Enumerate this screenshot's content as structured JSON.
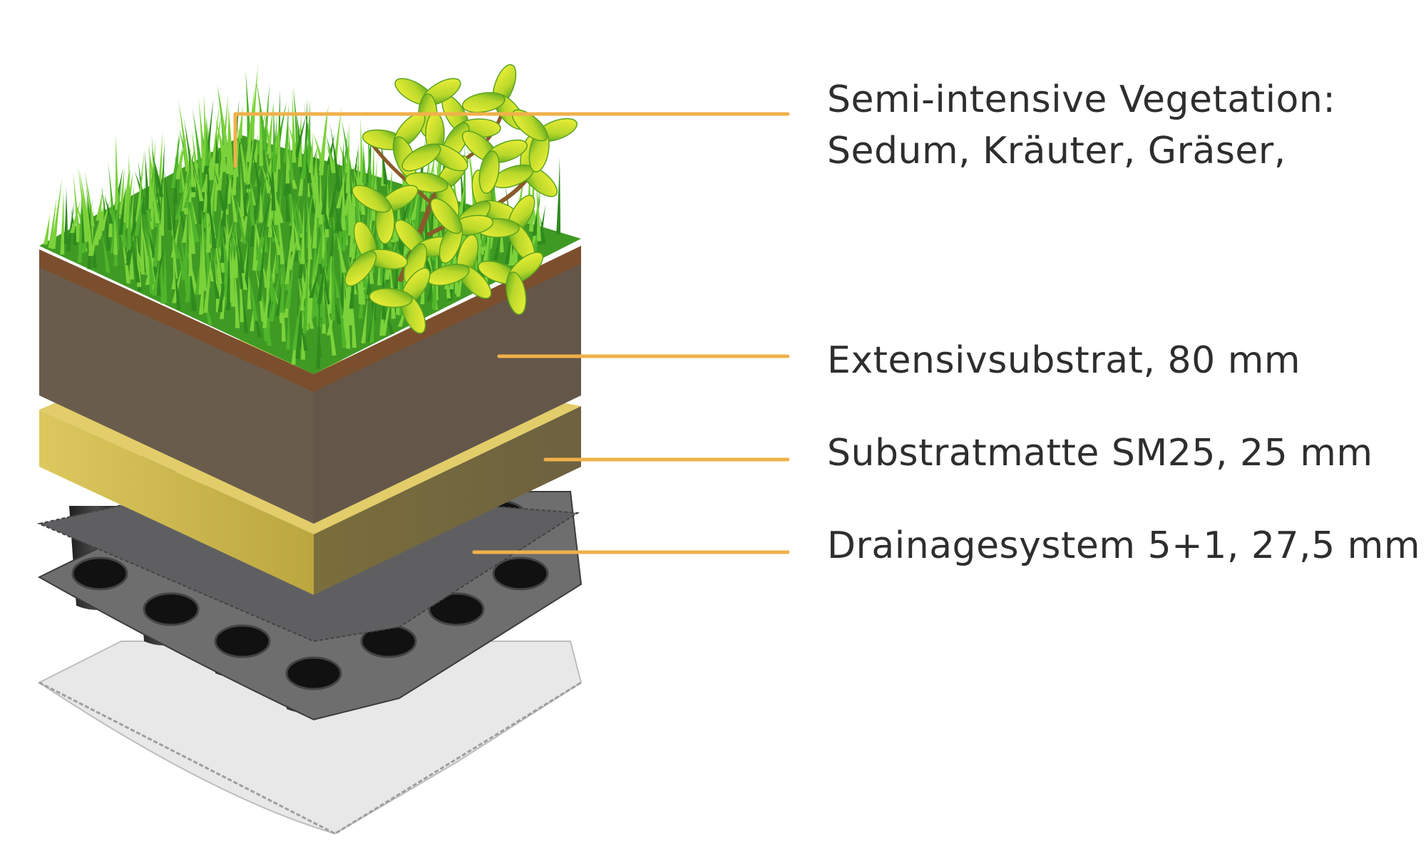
{
  "layers": [
    {
      "id": "vegetation",
      "lines": [
        "Semi-intensive Vegetation:",
        "Sedum, Kräuter, Gräser,"
      ]
    },
    {
      "id": "substrate",
      "lines": [
        "Extensivsubstrat, 80 mm"
      ]
    },
    {
      "id": "substrate-mat",
      "lines": [
        "Substratmatte SM25, 25 mm"
      ]
    },
    {
      "id": "drainage",
      "lines": [
        "Drainagesystem 5+1, 27,5 mm"
      ]
    }
  ],
  "colors": {
    "leader_line": "#f0b14a",
    "grass_dark": "#2f8a1e",
    "grass_light": "#7bd23a",
    "soil_front": "#6a5a48",
    "soil_top": "#7a4f2f",
    "mat": "#d9c35a",
    "drainage_sheet": "#6b6b6b",
    "drainage_cups": "#2c2c2c",
    "fleece": "#e8e8e8",
    "text": "#2e2e2e"
  }
}
